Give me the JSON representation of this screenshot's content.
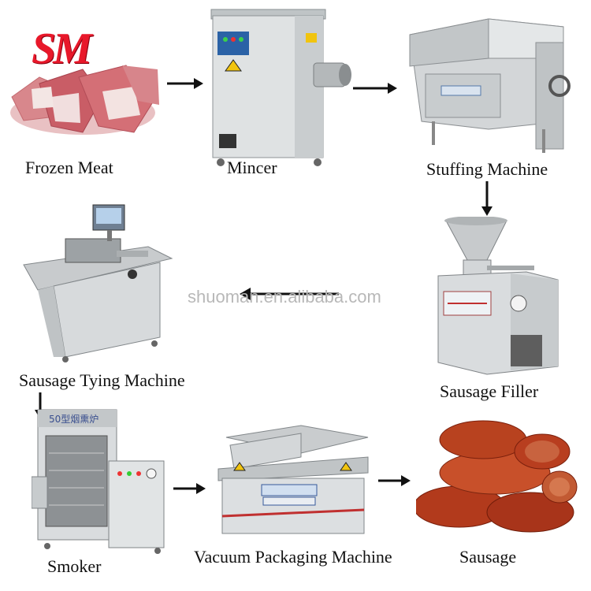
{
  "logo": {
    "text": "SM",
    "color": "#e8182a"
  },
  "watermark": "shuoman.en.alibaba.com",
  "steps": [
    {
      "label": "Frozen Meat"
    },
    {
      "label": "Mincer"
    },
    {
      "label": "Stuffing Machine"
    },
    {
      "label": "Sausage Filler"
    },
    {
      "label": "Sausage Tying Machine"
    },
    {
      "label": "Smoker"
    },
    {
      "label": "Vacuum Packaging Machine"
    },
    {
      "label": "Sausage"
    }
  ],
  "machine_plates": {
    "smoker": "50型烟熏炉"
  }
}
